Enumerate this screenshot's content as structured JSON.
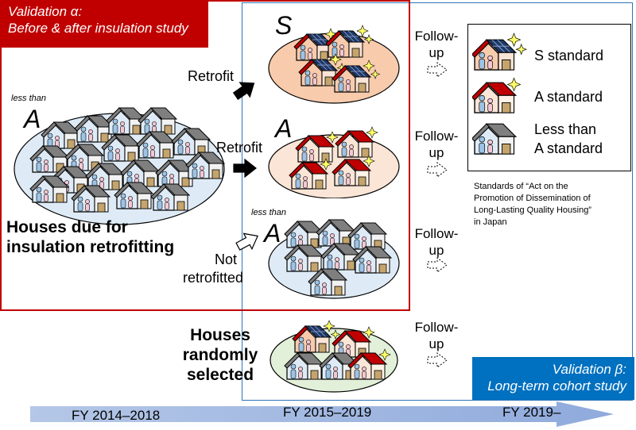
{
  "validation_alpha": {
    "title": "Validation α:",
    "subtitle": "Before & after insulation study"
  },
  "validation_beta": {
    "title": "Validation β:",
    "subtitle": "Long-term cohort study"
  },
  "left_group": {
    "grade_prefix": "less than",
    "grade": "A",
    "caption_line1": "Houses due for",
    "caption_line2": "insulation retrofitting"
  },
  "arrows": {
    "retrofit_s": "Retrofit",
    "retrofit_a": "Retrofit",
    "not_retrofitted_line1": "Not",
    "not_retrofitted_line2": "retrofitted"
  },
  "groups": {
    "s_grade": "S",
    "a_grade": "A",
    "less_prefix": "less than",
    "less_grade": "A"
  },
  "random_caption": {
    "line1": "Houses",
    "line2": "randomly",
    "line3": "selected"
  },
  "followup": {
    "line1": "Follow-",
    "line2": "up"
  },
  "legend": {
    "s_label": "S standard",
    "a_label": "A standard",
    "less_label_line1": "Less than",
    "less_label_line2": "A standard"
  },
  "note": {
    "line1": "Standards of “Act on the",
    "line2": "Promotion of Dissemination of",
    "line3": "Long-Lasting Quality Housing”",
    "line4": "in Japan"
  },
  "timeline": {
    "period1": "FY 2014–2018",
    "period2": "FY 2015–2019",
    "period3": "FY 2019–"
  },
  "colors": {
    "red": "#c00000",
    "blue": "#0070c0",
    "orange_fill": "#f8cbad",
    "light_orange_fill": "#fbe5d6",
    "light_blue_fill": "#deebf7",
    "green_fill": "#e2f0d9",
    "arrow_blue": "#9dc3e6"
  }
}
